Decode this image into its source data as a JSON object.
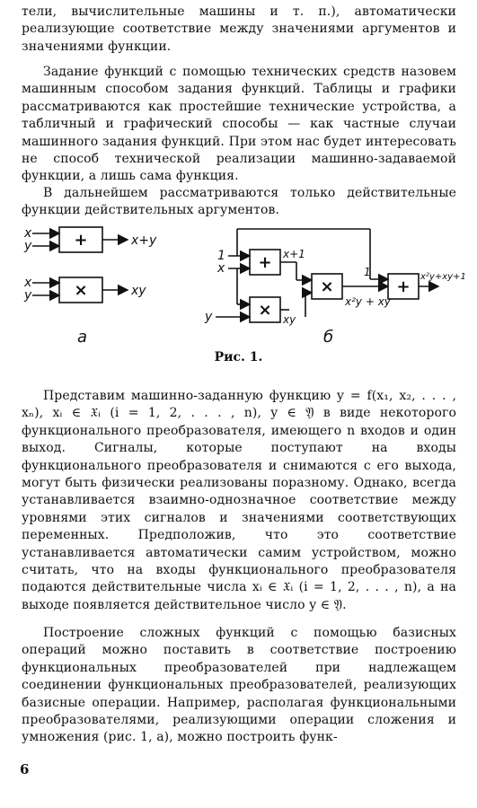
{
  "paragraphs": [
    "тели, вычислительные машины и т. п.), автоматически реализующие соответствие между значениями аргументов и значениями функции.",
    "Задание функций с помощью технических средств назовем машинным способом задания функций. Таблицы и графики рассматриваются как простейшие технические устройства, а табличный и графический способы — как частные случаи машинного задания функций. При этом нас будет интересовать не способ технической реализации машинно-задаваемой функции, а лишь сама функция.",
    "В дальнейшем рассматриваются только действительные функции действительных аргументов.",
    "Представим машинно-заданную функцию y = f(x₁, x₂, . . . , xₙ), xᵢ ∈ 𝔛ᵢ (i = 1, 2, . . . , n), y ∈ 𝔜 в виде некоторого функционального преобразователя, имеющего n входов и один выход. Сигналы, которые поступают на входы функционального преобразователя и снимаются с его выхода, могут быть физически реализованы поразному. Однако, всегда устанавливается взаимно-однозначное соответствие между уровнями этих сигналов и значениями соответствующих переменных. Предположив, что это соответствие устанавливается автоматически самим устройством, можно считать, что на входы функционального преобразователя подаются действительные числа xᵢ ∈ 𝔛ᵢ (i = 1, 2, . . . , n), а на выходе появляется действительное число y ∈ 𝔜.",
    "Построение сложных функций с помощью базисных операций можно поставить в соответствие построению функциональных преобразователей при надлежащем соединении функциональных преобразователей, реализующих базисные операции. Например, располагая функциональными преобразователями, реализующими операции сложения и умножения (рис. 1, а), можно построить функ-"
  ],
  "figure": {
    "caption": "Рис. 1.",
    "panel_a": {
      "label": "а",
      "adder": {
        "symbol": "+",
        "in1": "x",
        "in2": "y",
        "out": "x+y"
      },
      "multiplier": {
        "symbol": "×",
        "in1": "x",
        "in2": "y",
        "out": "xy"
      }
    },
    "panel_b": {
      "label": "б",
      "in_one": "1",
      "in_x": "x",
      "in_y": "y",
      "plus_symbol": "+",
      "times_symbol": "×",
      "w_xplus1": "x+1",
      "w_xy": "xy",
      "w_mid": "x²y + xy",
      "w_fb": "1",
      "out": "x²y+xy+1"
    }
  },
  "page_number": "6"
}
